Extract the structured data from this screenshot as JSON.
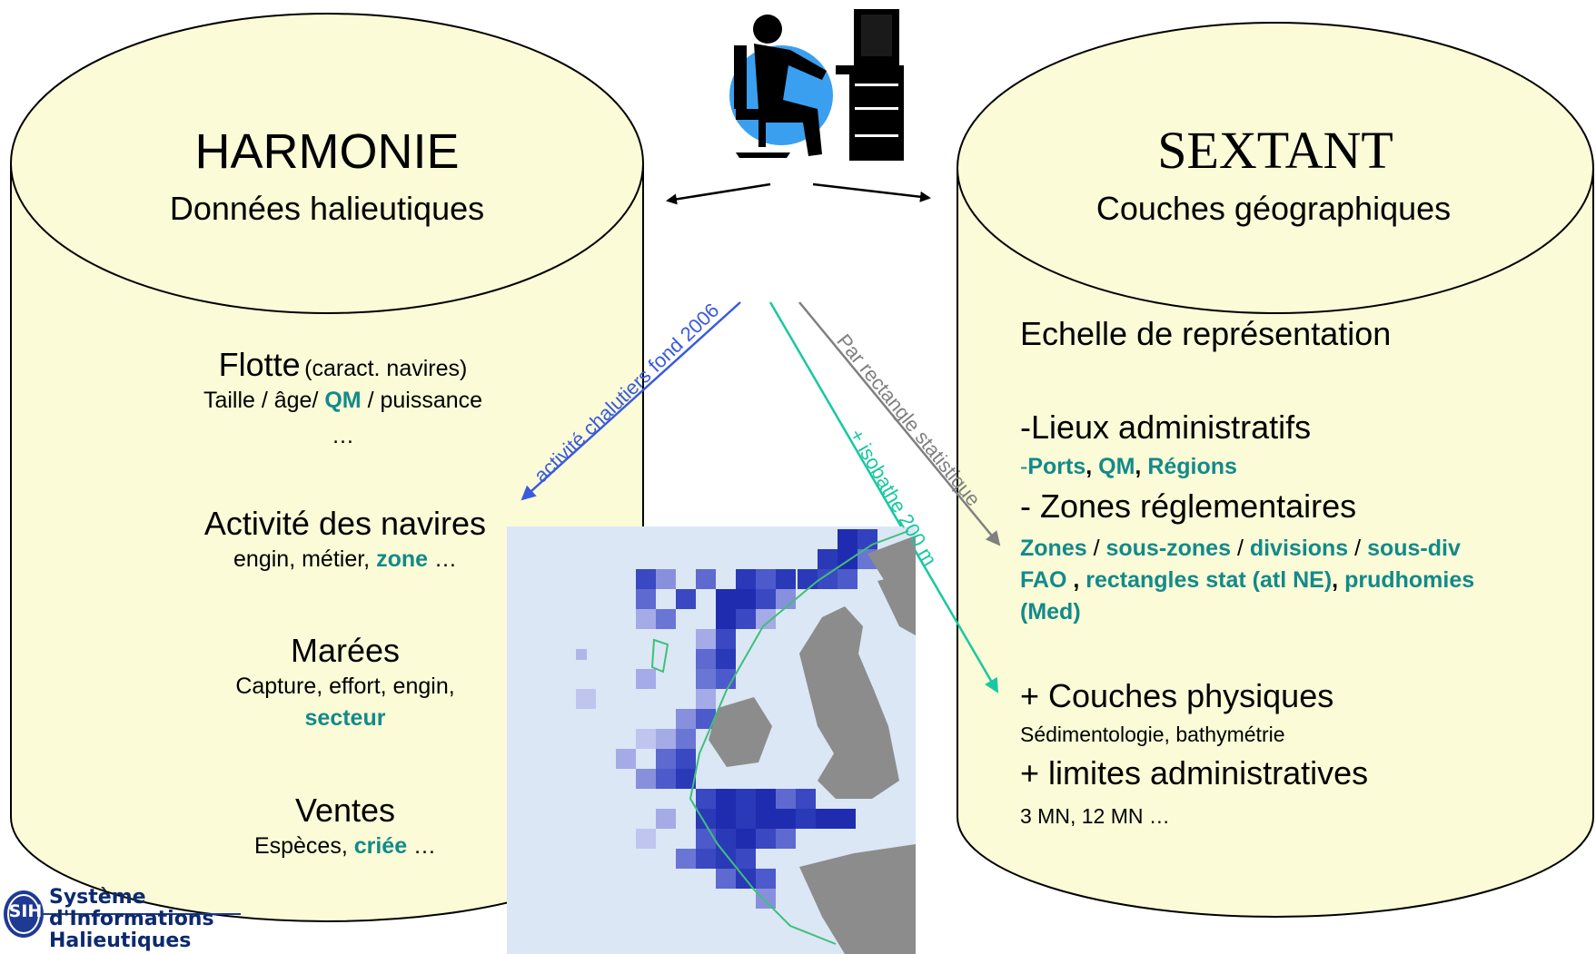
{
  "left_db": {
    "title": "HARMONIE",
    "subtitle": "Données halieutiques",
    "flotte": {
      "heading": "Flotte",
      "paren": "(caract. navires)",
      "line1_a": "Taille / âge/ ",
      "line1_b": "QM",
      "line1_c": " / puissance",
      "line2": "…"
    },
    "activite": {
      "heading": "Activité des navires",
      "line1_a": "engin, métier, ",
      "line1_b": "zone",
      "line1_c": " …"
    },
    "marees": {
      "heading": "Marées",
      "line1": "Capture, effort, engin,",
      "line2": "secteur"
    },
    "ventes": {
      "heading": "Ventes",
      "line1_a": "Espèces, ",
      "line1_b": "criée",
      "line1_c": " …"
    }
  },
  "right_db": {
    "title": "SEXTANT",
    "subtitle": "Couches géographiques",
    "echelle": "Echelle de représentation",
    "lieux": {
      "heading": "-Lieux administratifs",
      "dash": "-",
      "ports": "Ports",
      "comma1": ", ",
      "qm": "QM",
      "comma2": ", ",
      "regions": "Régions"
    },
    "zones": {
      "heading": "- Zones réglementaires",
      "z1": "Zones",
      "s1": " / ",
      "z2": "sous-zones",
      "s2": " /  ",
      "z3": "divisions",
      "s3": " / ",
      "z4": "sous-div",
      "z5": "FAO",
      "s4": " , ",
      "z6": "rectangles stat (atl NE)",
      "s5": ", ",
      "z7": "prudhomies",
      "z8": "(Med)"
    },
    "physiques": {
      "heading": "+ Couches physiques",
      "line": "Sédimentologie, bathymétrie"
    },
    "limites": {
      "heading": "+ limites administratives",
      "line": "3 MN, 12 MN …"
    }
  },
  "arrows": {
    "blue_label": "activité chalutiers fond 2006",
    "gray_label": "Par rectangle statistique",
    "green_label": "+ isobathe 200 m"
  },
  "logo": {
    "abbr": "SIH",
    "line1": "Système",
    "line2": "d'Informations",
    "line3": "Halieutiques"
  },
  "icons": {
    "user": "user-at-computer-icon",
    "map": "europe-fishing-map-icon"
  },
  "colors": {
    "cylinder_fill": "#fbfbd7",
    "teal": "#128a8a",
    "blue_arrow": "#3a5bdc",
    "gray_arrow": "#808080",
    "green_arrow": "#18c8a0",
    "sea": "#dbe7f5",
    "land": "#8c8c8c"
  }
}
